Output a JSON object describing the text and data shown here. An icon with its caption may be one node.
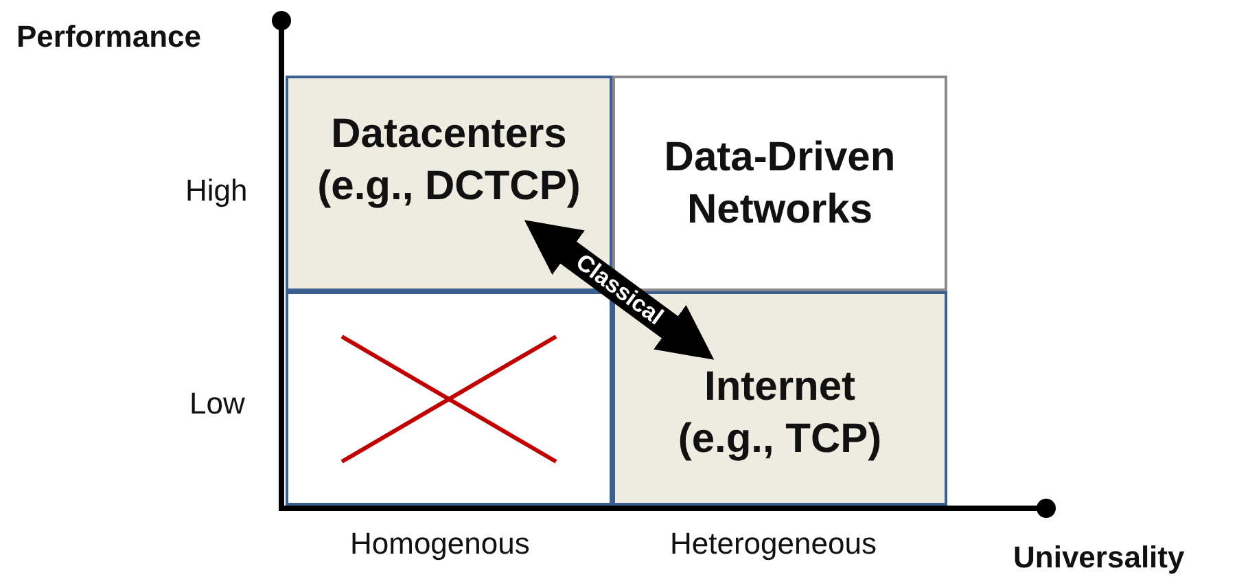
{
  "diagram": {
    "nodes": [
      {
        "text": [
          "Datacenters (e.g., DCTCP)"
        ]
      },
      {
        "text": [
          "Data-Driven Networks"
        ]
      },
      {
        "text": [],
        "shape": "box"
      },
      {
        "text": [
          "Internet (e.g., TCP)"
        ]
      }
    ],
    "edges": [
      {
        "from": 0,
        "to": 3,
        "arrow": "both",
        "label": "Classical"
      }
    ],
    "labels": [
      "Performance",
      "High",
      "Low",
      "Homogenous",
      "Heterogeneous",
      "Universality"
    ]
  }
}
